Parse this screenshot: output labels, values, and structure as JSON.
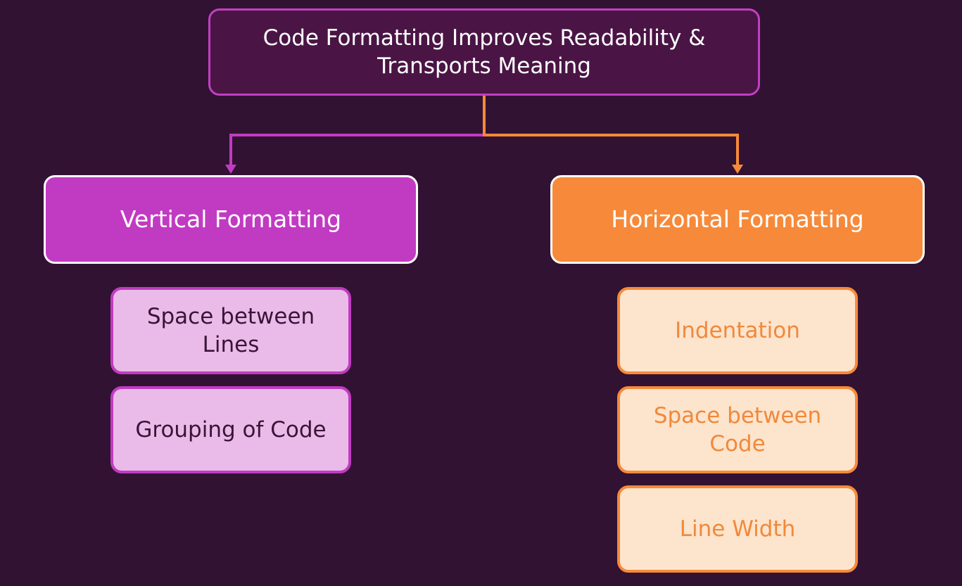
{
  "diagram": {
    "root": {
      "label": "Code Formatting Improves Readability & Transports Meaning"
    },
    "branches": [
      {
        "label": "Vertical Formatting",
        "children": [
          "Space between Lines",
          "Grouping of Code"
        ]
      },
      {
        "label": "Horizontal Formatting",
        "children": [
          "Indentation",
          "Space between Code",
          "Line Width"
        ]
      }
    ]
  },
  "colors": {
    "background": "#321232",
    "purple": "#c13bc2",
    "orange": "#f68a3a",
    "purple_light": "#eabbe9",
    "orange_light": "#fde4cc"
  }
}
